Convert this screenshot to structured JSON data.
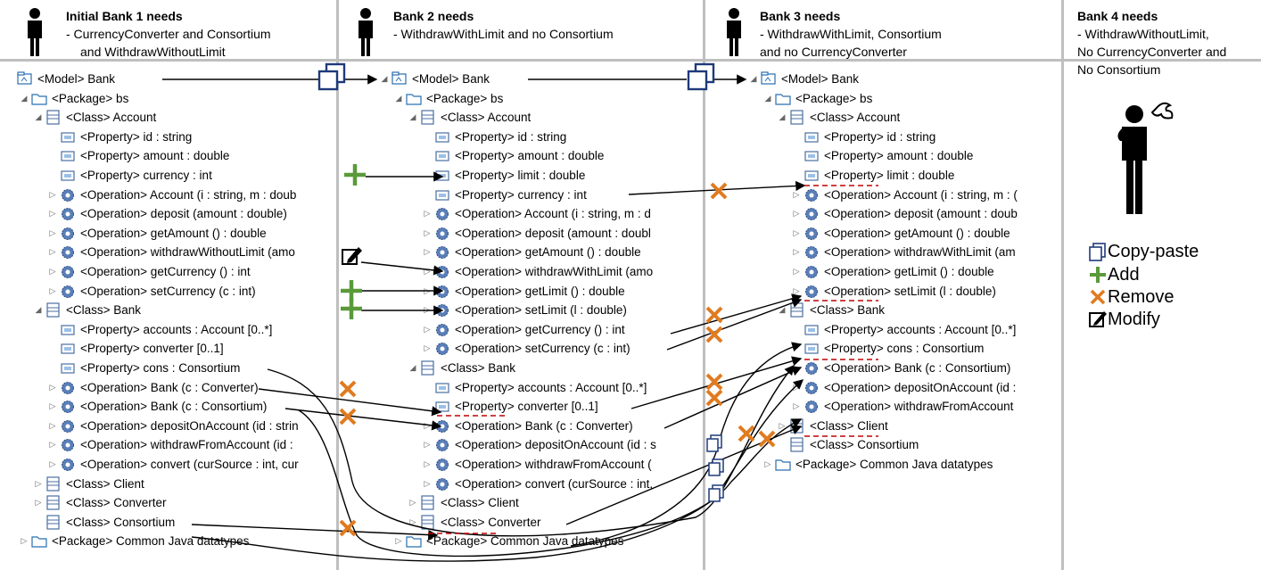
{
  "headers": [
    {
      "title": "Initial Bank 1 needs",
      "lines": [
        "-   CurrencyConverter and Consortium",
        "    and WithdrawWithoutLimit"
      ]
    },
    {
      "title": "Bank 2 needs",
      "lines": [
        "- WithdrawWithLimit and no Consortium"
      ]
    },
    {
      "title": "Bank 3 needs",
      "lines": [
        "- WithdrawWithLimit, Consortium",
        "and no CurrencyConverter"
      ]
    },
    {
      "title": "Bank 4 needs",
      "lines": [
        "- WithdrawWithoutLimit,",
        "No CurrencyConverter and",
        "No Consortium"
      ]
    }
  ],
  "trees": [
    {
      "rows": [
        {
          "type": "model",
          "text": "<Model> Bank"
        },
        {
          "type": "package",
          "text": "<Package> bs"
        },
        {
          "type": "class",
          "text": "<Class> Account"
        },
        {
          "type": "property",
          "text": "<Property> id : string"
        },
        {
          "type": "property",
          "text": "<Property> amount : double"
        },
        {
          "type": "property",
          "text": "<Property> currency : int"
        },
        {
          "type": "operation",
          "text": "<Operation> Account (i : string, m : doub"
        },
        {
          "type": "operation",
          "text": "<Operation> deposit (amount : double)"
        },
        {
          "type": "operation",
          "text": "<Operation> getAmount () : double"
        },
        {
          "type": "operation",
          "text": "<Operation> withdrawWithoutLimit (amo"
        },
        {
          "type": "operation",
          "text": "<Operation> getCurrency () : int"
        },
        {
          "type": "operation",
          "text": "<Operation> setCurrency (c : int)"
        },
        {
          "type": "class",
          "text": "<Class> Bank"
        },
        {
          "type": "property",
          "text": "<Property> accounts : Account [0..*]"
        },
        {
          "type": "property",
          "text": "<Property> converter [0..1]"
        },
        {
          "type": "property",
          "text": "<Property> cons : Consortium"
        },
        {
          "type": "operation",
          "text": "<Operation> Bank (c : Converter)"
        },
        {
          "type": "operation",
          "text": "<Operation> Bank (c : Consortium)"
        },
        {
          "type": "operation",
          "text": "<Operation> depositOnAccount (id : strin"
        },
        {
          "type": "operation",
          "text": "<Operation> withdrawFromAccount (id :"
        },
        {
          "type": "operation",
          "text": "<Operation> convert (curSource : int, cur"
        },
        {
          "type": "class",
          "text": "<Class> Client"
        },
        {
          "type": "class",
          "text": "<Class> Converter"
        },
        {
          "type": "class",
          "text": "<Class> Consortium"
        },
        {
          "type": "package",
          "text": "<Package> Common Java datatypes"
        }
      ]
    },
    {
      "rows": [
        {
          "type": "model",
          "text": "<Model> Bank"
        },
        {
          "type": "package",
          "text": "<Package> bs"
        },
        {
          "type": "class",
          "text": "<Class> Account"
        },
        {
          "type": "property",
          "text": "<Property> id : string"
        },
        {
          "type": "property",
          "text": "<Property> amount : double"
        },
        {
          "type": "property",
          "text": "<Property> limit : double"
        },
        {
          "type": "property",
          "text": "<Property> currency : int"
        },
        {
          "type": "operation",
          "text": "<Operation> Account (i : string, m : d"
        },
        {
          "type": "operation",
          "text": "<Operation> deposit (amount : doubl"
        },
        {
          "type": "operation",
          "text": "<Operation> getAmount () : double"
        },
        {
          "type": "operation",
          "text": "<Operation> withdrawWithLimit (amo"
        },
        {
          "type": "operation",
          "text": "<Operation> getLimit () : double"
        },
        {
          "type": "operation",
          "text": "<Operation> setLimit (l : double)"
        },
        {
          "type": "operation",
          "text": "<Operation> getCurrency () : int"
        },
        {
          "type": "operation",
          "text": "<Operation> setCurrency (c : int)"
        },
        {
          "type": "class",
          "text": "<Class> Bank"
        },
        {
          "type": "property",
          "text": "<Property> accounts : Account [0..*]"
        },
        {
          "type": "property",
          "text": "<Property> converter [0..1]"
        },
        {
          "type": "operation",
          "text": "<Operation> Bank (c : Converter)"
        },
        {
          "type": "operation",
          "text": "<Operation> depositOnAccount (id : s"
        },
        {
          "type": "operation",
          "text": "<Operation> withdrawFromAccount ("
        },
        {
          "type": "operation",
          "text": "<Operation> convert (curSource : int,"
        },
        {
          "type": "class",
          "text": "<Class> Client"
        },
        {
          "type": "class",
          "text": "<Class> Converter"
        },
        {
          "type": "package",
          "text": "<Package> Common Java datatypes"
        }
      ]
    },
    {
      "rows": [
        {
          "type": "model",
          "text": "<Model> Bank"
        },
        {
          "type": "package",
          "text": "<Package> bs"
        },
        {
          "type": "class",
          "text": "<Class> Account"
        },
        {
          "type": "property",
          "text": "<Property> id : string"
        },
        {
          "type": "property",
          "text": "<Property> amount : double"
        },
        {
          "type": "property",
          "text": "<Property> limit : double"
        },
        {
          "type": "operation",
          "text": "<Operation> Account (i : string, m : ("
        },
        {
          "type": "operation",
          "text": "<Operation> deposit (amount : doub"
        },
        {
          "type": "operation",
          "text": "<Operation> getAmount () : double"
        },
        {
          "type": "operation",
          "text": "<Operation> withdrawWithLimit (am"
        },
        {
          "type": "operation",
          "text": "<Operation> getLimit () : double"
        },
        {
          "type": "operation",
          "text": "<Operation> setLimit (l : double)"
        },
        {
          "type": "class",
          "text": "<Class> Bank"
        },
        {
          "type": "property",
          "text": "<Property> accounts : Account [0..*]"
        },
        {
          "type": "property",
          "text": "<Property> cons : Consortium"
        },
        {
          "type": "operation",
          "text": "<Operation> Bank (c : Consortium)"
        },
        {
          "type": "operation",
          "text": "<Operation> depositOnAccount (id :"
        },
        {
          "type": "operation",
          "text": "<Operation> withdrawFromAccount"
        },
        {
          "type": "class",
          "text": "<Class> Client"
        },
        {
          "type": "class",
          "text": "<Class> Consortium"
        },
        {
          "type": "package",
          "text": "<Package> Common Java datatypes"
        }
      ]
    }
  ],
  "legend": [
    {
      "icon": "copy-paste-icon",
      "label": "Copy-paste"
    },
    {
      "icon": "add-icon",
      "label": "Add"
    },
    {
      "icon": "remove-icon",
      "label": "Remove"
    },
    {
      "icon": "modify-icon",
      "label": "Modify"
    }
  ],
  "colors": {
    "add": "#5a9a3a",
    "remove": "#e07b1f",
    "copy": "#1f3a7a",
    "dashed": "#c00000",
    "separator": "#bfbfbf"
  }
}
